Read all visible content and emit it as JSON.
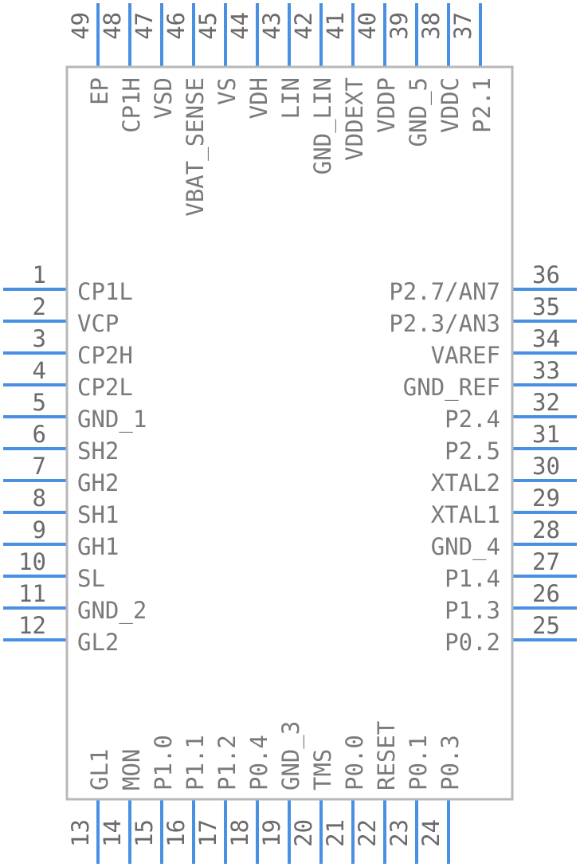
{
  "pins": {
    "left": [
      {
        "num": "1",
        "name": "CP1L"
      },
      {
        "num": "2",
        "name": "VCP"
      },
      {
        "num": "3",
        "name": "CP2H"
      },
      {
        "num": "4",
        "name": "CP2L"
      },
      {
        "num": "5",
        "name": "GND_1"
      },
      {
        "num": "6",
        "name": "SH2"
      },
      {
        "num": "7",
        "name": "GH2"
      },
      {
        "num": "8",
        "name": "SH1"
      },
      {
        "num": "9",
        "name": "GH1"
      },
      {
        "num": "10",
        "name": "SL"
      },
      {
        "num": "11",
        "name": "GND_2"
      },
      {
        "num": "12",
        "name": "GL2"
      }
    ],
    "bottom": [
      {
        "num": "13",
        "name": "GL1"
      },
      {
        "num": "14",
        "name": "MON"
      },
      {
        "num": "15",
        "name": "P1.0"
      },
      {
        "num": "16",
        "name": "P1.1"
      },
      {
        "num": "17",
        "name": "P1.2"
      },
      {
        "num": "18",
        "name": "P0.4"
      },
      {
        "num": "19",
        "name": "GND_3"
      },
      {
        "num": "20",
        "name": "TMS"
      },
      {
        "num": "21",
        "name": "P0.0"
      },
      {
        "num": "22",
        "name": "RESET"
      },
      {
        "num": "23",
        "name": "P0.1"
      },
      {
        "num": "24",
        "name": "P0.3"
      }
    ],
    "right": [
      {
        "num": "25",
        "name": "P0.2"
      },
      {
        "num": "26",
        "name": "P1.3"
      },
      {
        "num": "27",
        "name": "P1.4"
      },
      {
        "num": "28",
        "name": "GND_4"
      },
      {
        "num": "29",
        "name": "XTAL1"
      },
      {
        "num": "30",
        "name": "XTAL2"
      },
      {
        "num": "31",
        "name": "P2.5"
      },
      {
        "num": "32",
        "name": "P2.4"
      },
      {
        "num": "33",
        "name": "GND_REF"
      },
      {
        "num": "34",
        "name": "VAREF"
      },
      {
        "num": "35",
        "name": "P2.3/AN3"
      },
      {
        "num": "36",
        "name": "P2.7/AN7"
      }
    ],
    "top": [
      {
        "num": "37",
        "name": "P2.1"
      },
      {
        "num": "38",
        "name": "VDDC"
      },
      {
        "num": "39",
        "name": "GND_5"
      },
      {
        "num": "40",
        "name": "VDDP"
      },
      {
        "num": "41",
        "name": "VDDEXT"
      },
      {
        "num": "42",
        "name": "GND_LIN"
      },
      {
        "num": "43",
        "name": "LIN"
      },
      {
        "num": "44",
        "name": "VDH"
      },
      {
        "num": "45",
        "name": "VS"
      },
      {
        "num": "46",
        "name": "VBAT_SENSE"
      },
      {
        "num": "47",
        "name": "VSD"
      },
      {
        "num": "48",
        "name": "CP1H"
      },
      {
        "num": "49",
        "name": "EP"
      }
    ]
  },
  "colors": {
    "pin": "#4a90e2",
    "body_outline": "#b8b8b8",
    "text": "#7a7a7a"
  }
}
